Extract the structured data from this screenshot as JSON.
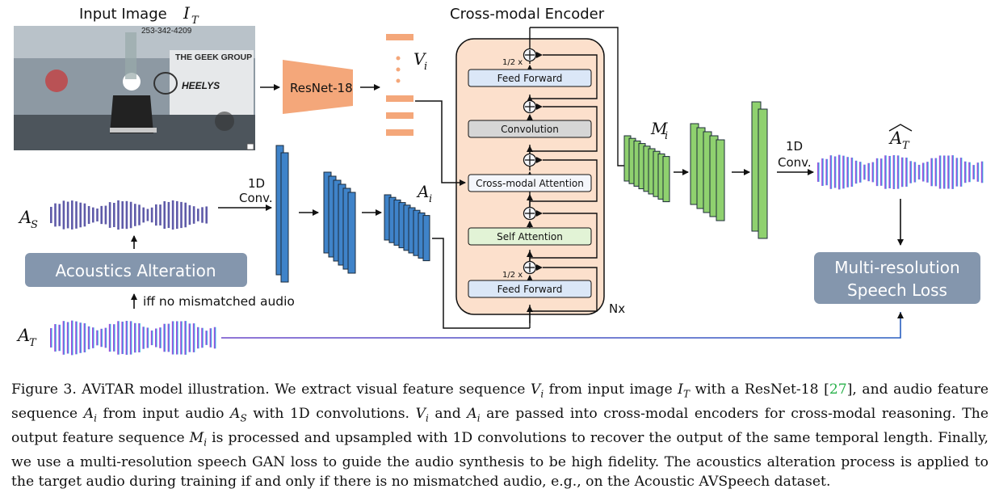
{
  "diagram": {
    "input_image_label": "Input Image",
    "input_image_symbol": "I",
    "input_image_subscript": "T",
    "photo_text_phone": "253-342-4209",
    "photo_text_brand": "THE GEEK GROUP",
    "photo_text_heelys": "HEELYS",
    "resnet_label": "ResNet-18",
    "vi_symbol": "V",
    "vi_subscript": "i",
    "ai_symbol": "A",
    "ai_subscript": "i",
    "mi_symbol": "M",
    "mi_subscript": "i",
    "as_symbol": "A",
    "as_subscript": "S",
    "at_symbol": "A",
    "at_subscript": "T",
    "at_hat_symbol": "A",
    "at_hat_subscript": "T",
    "conv1_line1": "1D",
    "conv1_line2": "Conv.",
    "conv2_line1": "1D",
    "conv2_line2": "Conv.",
    "encoder_title": "Cross-modal Encoder",
    "block_ff_top": "Feed Forward",
    "block_conv": "Convolution",
    "block_cross": "Cross-modal Attention",
    "block_self": "Self Attention",
    "block_ff_bottom": "Feed Forward",
    "half_top": "1/2 x",
    "half_bottom": "1/2 x",
    "nx_label": "Nx",
    "acoustics_box": "Acoustics Alteration",
    "iff_label": "iff no mismatched audio",
    "loss_line1": "Multi-resolution",
    "loss_line2": "Speech Loss",
    "colors": {
      "resnet": "#f4a77a",
      "blue_layer": "#3f83c9",
      "green_layer": "#8fd16f",
      "encoder_bg": "#fce0cc",
      "gray_box": "#8496ad"
    }
  },
  "caption": {
    "p1": "Figure 3. AViTAR model illustration. We extract visual feature sequence ",
    "v1": "V",
    "v1s": "i",
    "p2": " from input image ",
    "i1": "I",
    "i1s": "T",
    "p3": " with a ResNet-18 [",
    "ref": "27",
    "p4": "], and audio feature sequence ",
    "a1": "A",
    "a1s": "i",
    "p5": " from input audio ",
    "a2": "A",
    "a2s": "S",
    "p6": " with 1D convolutions. ",
    "v2": "V",
    "v2s": "i",
    "p7": " and ",
    "a3": "A",
    "a3s": "i",
    "p8": " are passed into cross-modal encoders for cross-modal reasoning. The output feature sequence ",
    "m1": "M",
    "m1s": "i",
    "p9": " is processed and upsampled with 1D convolutions to recover the output of the same temporal length. Finally, we use a multi-resolution speech GAN loss to guide the audio synthesis to be high fidelity. The acoustics alteration process is applied to the target audio during training if and only if there is no mismatched audio, e.g., on the Acoustic AVSpeech dataset."
  }
}
